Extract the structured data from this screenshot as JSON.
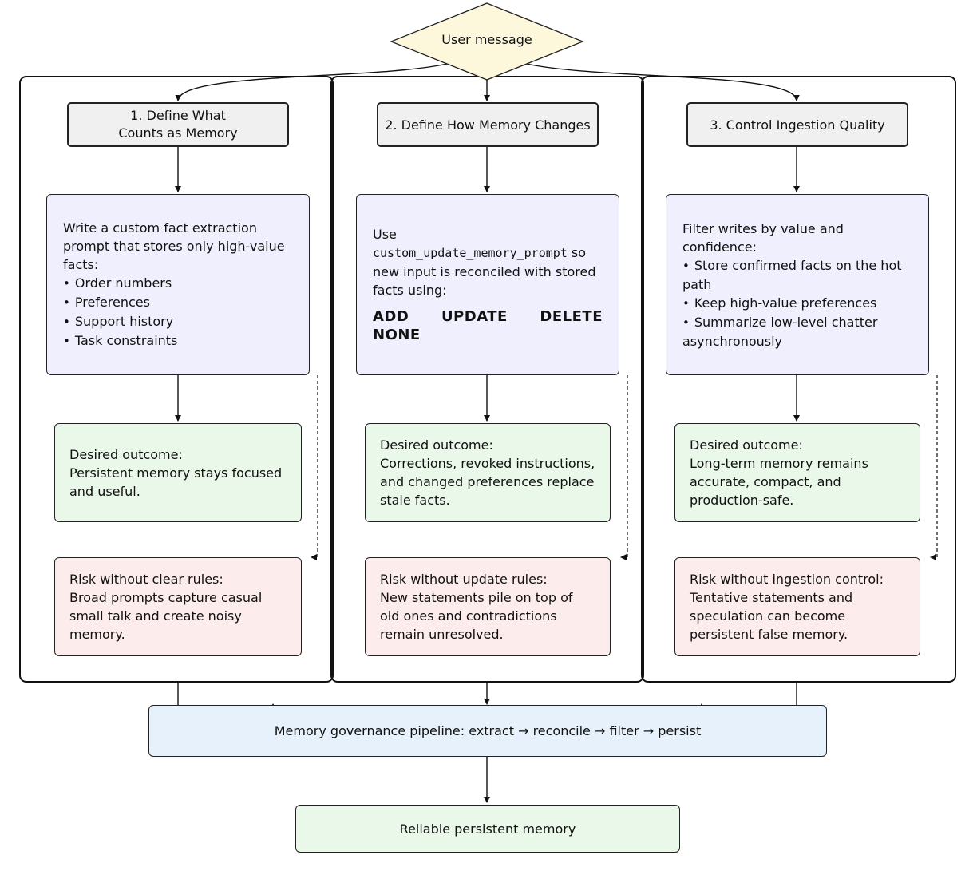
{
  "start": {
    "label": "User message"
  },
  "columns": [
    {
      "title": "1.  Define What Counts as Memory",
      "body": {
        "intro": "Write a custom fact extraction prompt that stores only high-value facts:",
        "bullets": [
          "Order numbers",
          "Preferences",
          "Support history",
          "Task constraints"
        ]
      },
      "outcome": {
        "heading": "Desired outcome:",
        "text": "Persistent memory stays focused and useful."
      },
      "risk": {
        "heading": "Risk without clear rules:",
        "text": "Broad prompts capture casual small talk and create noisy memory."
      }
    },
    {
      "title": "2.  Define How Memory Changes",
      "body": {
        "intro": "Use",
        "code": "custom_update_memory_prompt",
        "intro_rest": " so new input is reconciled with stored facts using:",
        "ops": [
          "ADD",
          "UPDATE",
          "DELETE",
          "NONE"
        ]
      },
      "outcome": {
        "heading": "Desired outcome:",
        "text": "Corrections, revoked instructions, and changed preferences replace stale facts."
      },
      "risk": {
        "heading": "Risk without update rules:",
        "text": "New statements pile on top of old ones and contradictions remain unresolved."
      }
    },
    {
      "title": "3.  Control Ingestion Quality",
      "body": {
        "intro": "Filter writes by value and confidence:",
        "bullets": [
          "Store confirmed facts on the hot path",
          "Keep high-value preferences",
          "Summarize low-level chatter asynchronously"
        ]
      },
      "outcome": {
        "heading": "Desired outcome:",
        "text": "Long-term memory remains accurate, compact, and production-safe."
      },
      "risk": {
        "heading": "Risk without ingestion control:",
        "text": "Tentative statements and speculation can become persistent false memory."
      }
    }
  ],
  "pipeline": {
    "label": "Memory governance pipeline:  extract → reconcile → filter → persist"
  },
  "result": {
    "label": "Reliable persistent memory"
  }
}
